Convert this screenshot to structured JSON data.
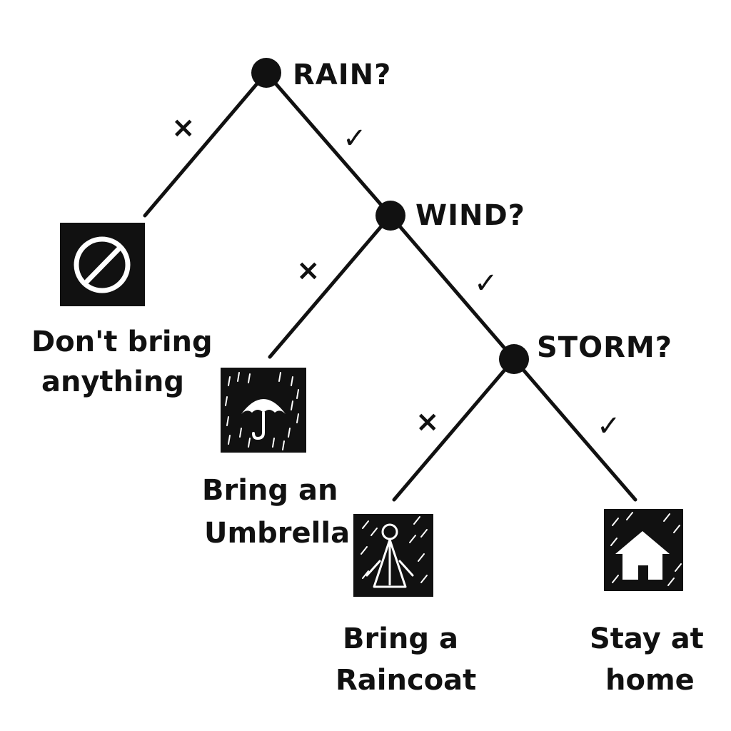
{
  "diagram": {
    "type": "decision-tree",
    "ink_color": "#111111",
    "background": "#ffffff",
    "questions": [
      {
        "id": "rain",
        "text": "RAIN?"
      },
      {
        "id": "wind",
        "text": "WIND?"
      },
      {
        "id": "storm",
        "text": "STORM?"
      }
    ],
    "no_mark": "×",
    "yes_mark": "✓",
    "outcomes": [
      {
        "id": "dont-bring",
        "icon": "no-entry-icon",
        "line1": "Don't bring",
        "line2": "anything"
      },
      {
        "id": "umbrella",
        "icon": "umbrella-icon",
        "line1": "Bring an",
        "line2": "Umbrella"
      },
      {
        "id": "raincoat",
        "icon": "raincoat-icon",
        "line1": "Bring a",
        "line2": "Raincoat"
      },
      {
        "id": "stay-home",
        "icon": "house-icon",
        "line1": "Stay at",
        "line2": "home"
      }
    ]
  }
}
